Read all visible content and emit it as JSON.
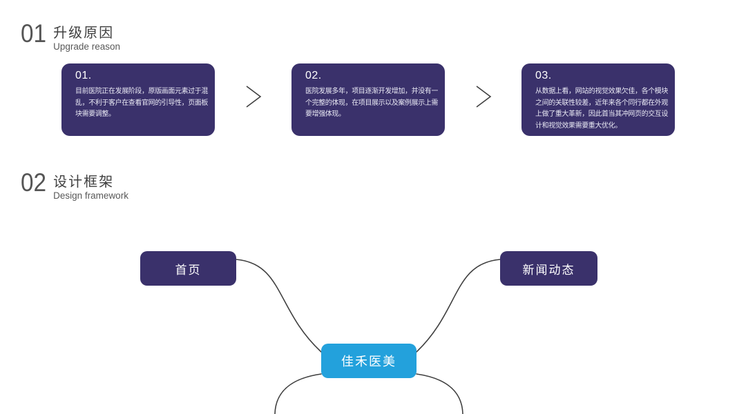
{
  "colors": {
    "card_purple": "#3a316b",
    "node_blue": "#23a1dc",
    "connector_line": "#3f3f3f",
    "heading_number": "#555555",
    "heading_title": "#3f3f3f",
    "heading_subtitle": "#585858",
    "card_text": "#e9e9f4",
    "background": "#ffffff"
  },
  "icons": {
    "card_separator": "chevron-right-icon"
  },
  "sections": [
    {
      "number": "01",
      "title": "升级原因",
      "subtitle": "Upgrade reason",
      "cards": [
        {
          "number": "01.",
          "text": "目前医院正在发展阶段，原版画面元素过于混乱，不利于客户在查看官网的引导性，页面板块需要调整。"
        },
        {
          "number": "02.",
          "text": "医院发展多年，项目逐渐开发增加，并没有一个完整的体现，在项目展示以及案例展示上需要增强体现。"
        },
        {
          "number": "03.",
          "text": "从数据上看，网站的视觉效果欠佳，各个模块之间的关联性较差，近年来各个同行都在外观上做了重大革新，因此首当其冲网页的交互设计和视觉效果需要重大优化。"
        }
      ]
    },
    {
      "number": "02",
      "title": "设计框架",
      "subtitle": "Design framework",
      "mindmap": {
        "center_node": "佳禾医美",
        "branch_nodes": [
          "首页",
          "新闻动态"
        ]
      }
    }
  ]
}
